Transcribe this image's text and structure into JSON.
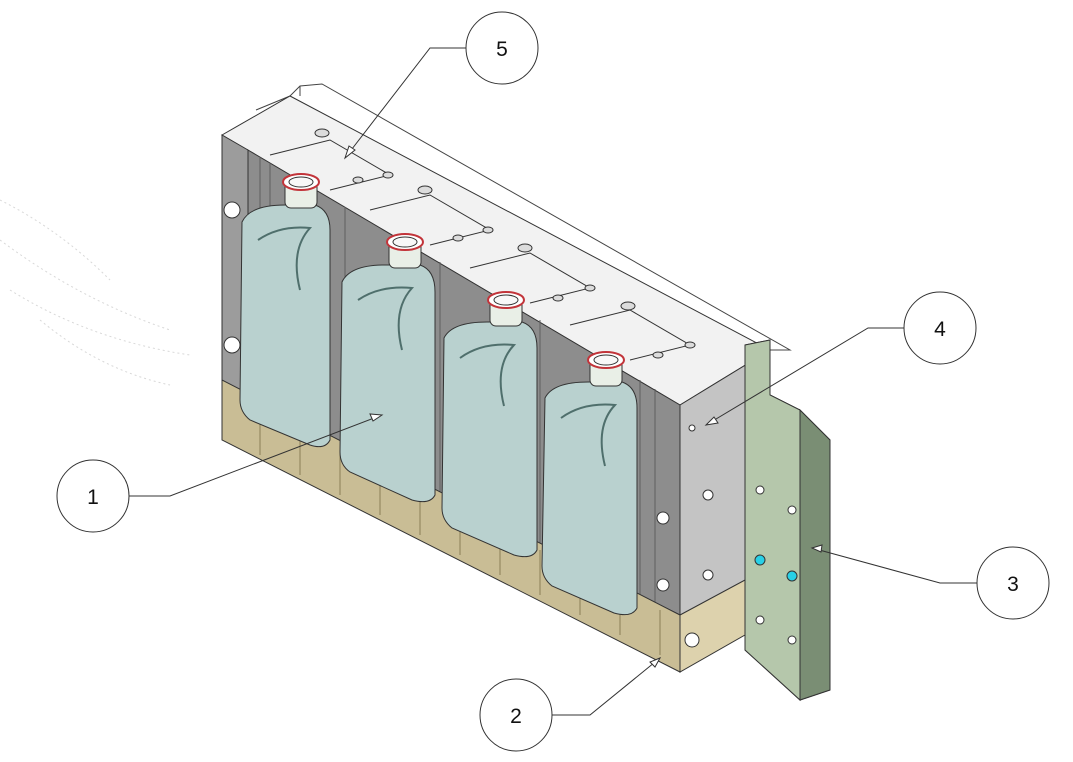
{
  "drawing": {
    "callouts": [
      {
        "label": "1",
        "part": "bottle"
      },
      {
        "label": "2",
        "part": "base-block"
      },
      {
        "label": "3",
        "part": "side-mounting-plate"
      },
      {
        "label": "4",
        "part": "mold-block"
      },
      {
        "label": "5",
        "part": "top-cavity-insert"
      }
    ],
    "bottle_count": 4,
    "colors": {
      "mold_block": "#8a8a8a",
      "mold_face": "#a9a9a9",
      "base_block": "#c9bd95",
      "side_plate": "#8fa489",
      "side_plate_light": "#b5c7ab",
      "bottle": "#b9d1cf",
      "bottle_dark": "#7c9b98",
      "neck_ring": "#c2343a",
      "coolant_port": "#28d0e6"
    }
  }
}
